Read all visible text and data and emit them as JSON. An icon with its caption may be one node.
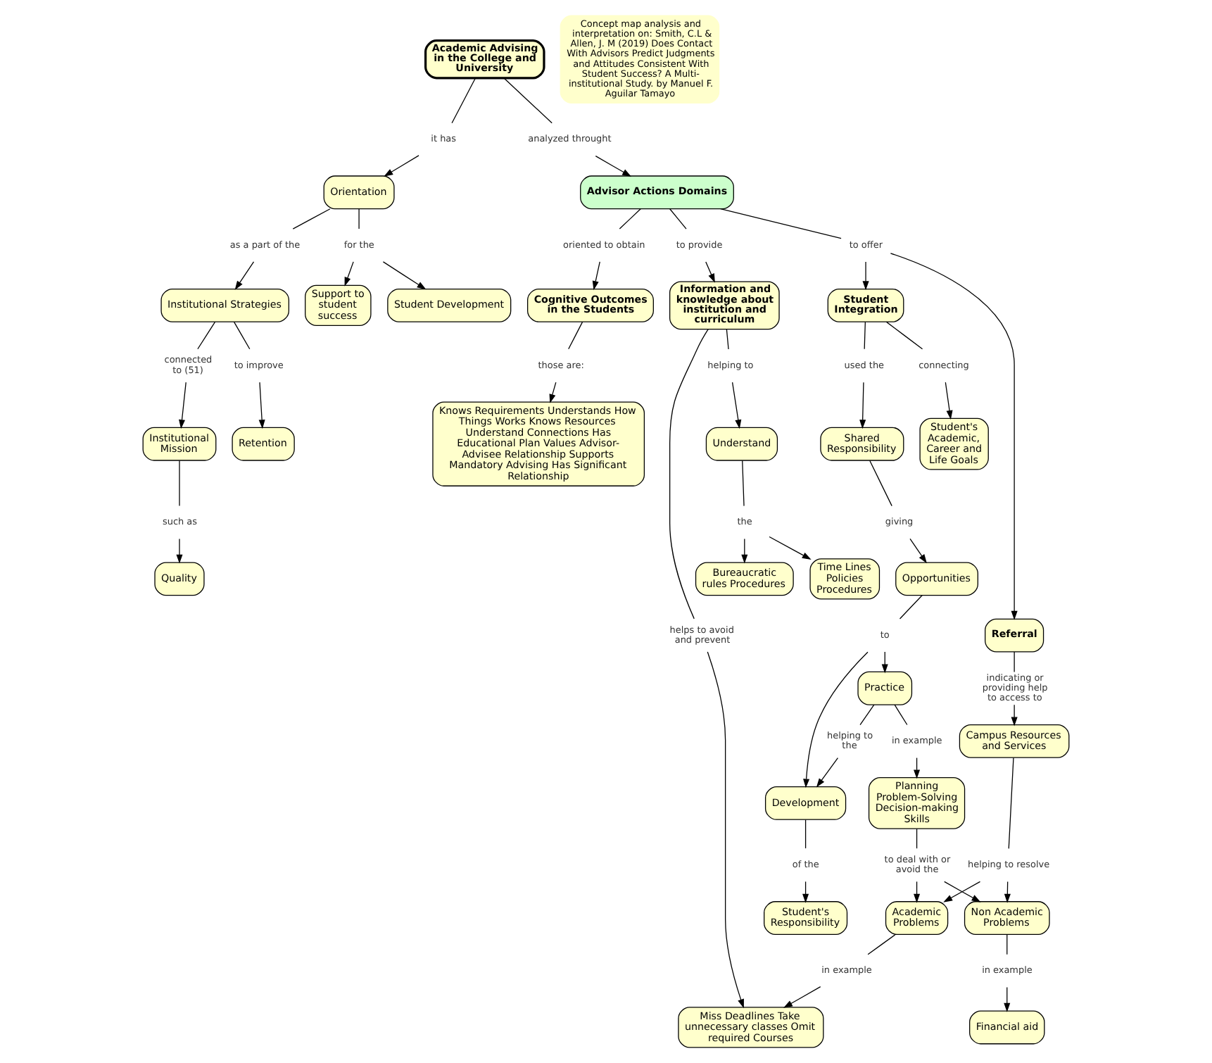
{
  "diagram": {
    "nodes": [
      {
        "text": [
          "Academic Advising in the College and University"
        ]
      },
      {
        "text": [
          "Advisor Actions Domains"
        ]
      },
      {
        "text": [
          "Orientation"
        ]
      },
      {
        "text": [
          "Support to student success"
        ]
      },
      {
        "text": [
          "Student Development"
        ]
      },
      {
        "text": [
          "Institutional Strategies"
        ]
      },
      {
        "text": [
          "Retention"
        ]
      },
      {
        "text": [
          "Institutional Mission"
        ]
      },
      {
        "text": [
          "Quality"
        ]
      },
      {
        "text": [
          "Information and knowledge about institution and curriculum"
        ]
      },
      {
        "text": [
          "Understand"
        ]
      },
      {
        "text": [
          "Miss Deadlines Take unnecessary classes Omit required Courses"
        ]
      },
      {
        "text": [
          "Time Lines Policies Procedures"
        ]
      },
      {
        "text": [
          "Bureaucratic rules Procedures"
        ]
      },
      {
        "text": [
          "Referral"
        ]
      },
      {
        "text": [
          "Campus Resources and Services"
        ]
      },
      {
        "text": [
          "Academic Problems"
        ]
      },
      {
        "text": [
          "Non Academic Problems"
        ]
      },
      {
        "text": [
          "Financial aid"
        ]
      },
      {
        "text": [
          "Student Integration"
        ]
      },
      {
        "text": [
          "Shared Responsibility"
        ]
      },
      {
        "text": [
          "Opportunities"
        ]
      },
      {
        "text": [
          "Development"
        ]
      },
      {
        "text": [
          "Practice"
        ]
      },
      {
        "text": [
          "Student's Responsibility"
        ]
      },
      {
        "text": [
          "Planning Problem-Solving Decision-making Skills"
        ]
      },
      {
        "text": [
          "Student's Academic, Career and Life Goals"
        ]
      },
      {
        "text": [
          "Cognitive Outcomes in the Students"
        ]
      },
      {
        "text": [
          "Knows Requirements Understands How Things Works Knows Resources Understand Connections Has Educational Plan Values Advisor-Advisee Relationship Supports Mandatory Advising Has Significant Relationship"
        ]
      },
      {
        "text": [
          "Concept map analysis and interpretation on: Smith, C.L & Allen, J. M (2019) Does Contact With Advisors Predict Judgments and Attitudes Consistent With Student Success? A Multi-institutional Study. by Manuel F. Aguilar Tamayo"
        ]
      },
      {
        "text": [
          "it has"
        ]
      },
      {
        "text": [
          "analyzed throught"
        ]
      },
      {
        "text": [
          "for the"
        ]
      },
      {
        "text": [
          "as a part of the"
        ]
      },
      {
        "text": [
          "connected  to (51)"
        ]
      },
      {
        "text": [
          "to improve"
        ]
      },
      {
        "text": [
          "such as"
        ]
      },
      {
        "text": [
          "to provide"
        ]
      },
      {
        "text": [
          "to offer"
        ]
      },
      {
        "text": [
          "oriented to obtain"
        ]
      },
      {
        "text": [
          "helps to avoid and prevent"
        ]
      },
      {
        "text": [
          "helping to"
        ]
      },
      {
        "text": [
          "the"
        ]
      },
      {
        "text": [
          "in example"
        ]
      },
      {
        "text": [
          "indicating or providing help to access to"
        ]
      },
      {
        "text": [
          "helping to resolve"
        ]
      },
      {
        "text": [
          "in example"
        ]
      },
      {
        "text": [
          "used the"
        ]
      },
      {
        "text": [
          "connecting"
        ]
      },
      {
        "text": [
          "those are:"
        ]
      },
      {
        "text": [
          "giving"
        ]
      },
      {
        "text": [
          "to"
        ]
      },
      {
        "text": [
          "of the"
        ]
      },
      {
        "text": [
          "helping to the"
        ]
      },
      {
        "text": [
          "in example"
        ]
      },
      {
        "text": [
          "to deal with or avoid the"
        ]
      }
    ],
    "edges": [
      {
        "from": 0,
        "to": 30,
        "arrow": "none"
      },
      {
        "from": 30,
        "to": 2,
        "arrow": "to"
      },
      {
        "from": 0,
        "to": 31,
        "arrow": "none"
      },
      {
        "from": 31,
        "to": 1,
        "arrow": "to"
      },
      {
        "from": 2,
        "to": 32,
        "arrow": "none"
      },
      {
        "from": 32,
        "to": 3,
        "arrow": "to"
      },
      {
        "from": 32,
        "to": 4,
        "arrow": "to"
      },
      {
        "from": 2,
        "to": 33,
        "arrow": "none"
      },
      {
        "from": 33,
        "to": 5,
        "arrow": "to"
      },
      {
        "from": 5,
        "to": 34,
        "arrow": "none"
      },
      {
        "from": 34,
        "to": 7,
        "arrow": "to"
      },
      {
        "from": 5,
        "to": 35,
        "arrow": "none"
      },
      {
        "from": 35,
        "to": 6,
        "arrow": "to"
      },
      {
        "from": 7,
        "to": 36,
        "arrow": "none"
      },
      {
        "from": 36,
        "to": 8,
        "arrow": "to"
      },
      {
        "from": 1,
        "to": 37,
        "arrow": "none"
      },
      {
        "from": 37,
        "to": 9,
        "arrow": "to"
      },
      {
        "from": 1,
        "to": 38,
        "arrow": "none"
      },
      {
        "from": 38,
        "to": 14,
        "arrow": "to"
      },
      {
        "from": 38,
        "to": 19,
        "arrow": "to"
      },
      {
        "from": 1,
        "to": 39,
        "arrow": "none"
      },
      {
        "from": 39,
        "to": 27,
        "arrow": "to"
      },
      {
        "from": 9,
        "to": 40,
        "arrow": "none"
      },
      {
        "from": 40,
        "to": 11,
        "arrow": "to"
      },
      {
        "from": 9,
        "to": 41,
        "arrow": "none"
      },
      {
        "from": 41,
        "to": 10,
        "arrow": "to"
      },
      {
        "from": 10,
        "to": 42,
        "arrow": "none"
      },
      {
        "from": 42,
        "to": 12,
        "arrow": "to"
      },
      {
        "from": 42,
        "to": 13,
        "arrow": "to"
      },
      {
        "from": 16,
        "to": 43,
        "arrow": "none"
      },
      {
        "from": 43,
        "to": 11,
        "arrow": "to"
      },
      {
        "from": 14,
        "to": 44,
        "arrow": "none"
      },
      {
        "from": 44,
        "to": 15,
        "arrow": "to"
      },
      {
        "from": 15,
        "to": 45,
        "arrow": "none"
      },
      {
        "from": 45,
        "to": 16,
        "arrow": "to"
      },
      {
        "from": 45,
        "to": 17,
        "arrow": "to"
      },
      {
        "from": 17,
        "to": 46,
        "arrow": "none"
      },
      {
        "from": 46,
        "to": 18,
        "arrow": "to"
      },
      {
        "from": 19,
        "to": 47,
        "arrow": "none"
      },
      {
        "from": 47,
        "to": 20,
        "arrow": "to"
      },
      {
        "from": 19,
        "to": 48,
        "arrow": "none"
      },
      {
        "from": 48,
        "to": 26,
        "arrow": "to"
      },
      {
        "from": 27,
        "to": 49,
        "arrow": "none"
      },
      {
        "from": 49,
        "to": 28,
        "arrow": "to"
      },
      {
        "from": 20,
        "to": 50,
        "arrow": "none"
      },
      {
        "from": 50,
        "to": 21,
        "arrow": "to"
      },
      {
        "from": 21,
        "to": 51,
        "arrow": "none"
      },
      {
        "from": 51,
        "to": 22,
        "arrow": "to"
      },
      {
        "from": 51,
        "to": 23,
        "arrow": "to"
      },
      {
        "from": 22,
        "to": 52,
        "arrow": "none"
      },
      {
        "from": 52,
        "to": 24,
        "arrow": "to"
      },
      {
        "from": 23,
        "to": 53,
        "arrow": "none"
      },
      {
        "from": 53,
        "to": 22,
        "arrow": "to"
      },
      {
        "from": 23,
        "to": 54,
        "arrow": "none"
      },
      {
        "from": 54,
        "to": 25,
        "arrow": "to"
      },
      {
        "from": 25,
        "to": 55,
        "arrow": "none"
      },
      {
        "from": 55,
        "to": 16,
        "arrow": "to"
      },
      {
        "from": 55,
        "to": 17,
        "arrow": "to"
      }
    ]
  }
}
